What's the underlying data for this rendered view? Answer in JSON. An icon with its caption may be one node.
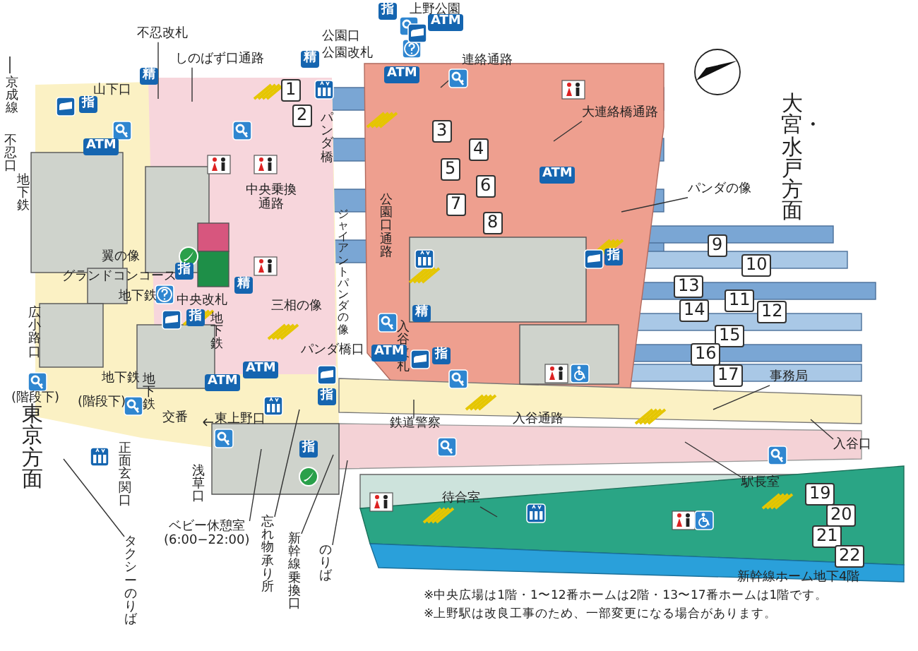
{
  "diagram": {
    "nodes": [
      {
        "text": [
          "不忍改札"
        ]
      },
      {
        "text": [
          "しのばず口通路"
        ]
      },
      {
        "text": [
          "連絡通路"
        ]
      },
      {
        "text": [
          "大連絡橋通路"
        ]
      },
      {
        "text": [
          "パンダの像"
        ]
      },
      {
        "text": [
          "事務局"
        ]
      },
      {
        "text": [
          "入谷口"
        ]
      },
      {
        "text": [
          "駅長室"
        ]
      },
      {
        "text": [
          "鉄道警察"
        ]
      },
      {
        "text": [
          "待合室"
        ]
      },
      {
        "text": [
          "ベビー休憩室",
          "(6:00−22:00)"
        ]
      },
      {
        "text": [
          "忘れ物承り所"
        ]
      },
      {
        "text": [
          "新幹線乗換口"
        ]
      },
      {
        "text": [
          "のりば"
        ]
      },
      {
        "text": [
          "タクシーのりば"
        ]
      }
    ],
    "edges": [
      {
        "from": 0,
        "to": null,
        "arrow": "none"
      },
      {
        "from": 1,
        "to": null,
        "arrow": "none"
      },
      {
        "from": 2,
        "to": null,
        "arrow": "none"
      },
      {
        "from": 3,
        "to": null,
        "arrow": "none"
      },
      {
        "from": 4,
        "to": null,
        "arrow": "none"
      },
      {
        "from": 5,
        "to": null,
        "arrow": "none"
      },
      {
        "from": 6,
        "to": null,
        "arrow": "none"
      },
      {
        "from": 7,
        "to": null,
        "arrow": "none"
      },
      {
        "from": 8,
        "to": null,
        "arrow": "none"
      },
      {
        "from": 9,
        "to": null,
        "arrow": "none"
      },
      {
        "from": 10,
        "to": null,
        "arrow": "none"
      },
      {
        "from": 11,
        "to": null,
        "arrow": "none"
      },
      {
        "from": 12,
        "to": null,
        "arrow": "none"
      },
      {
        "from": 13,
        "to": null,
        "arrow": "none"
      },
      {
        "from": 14,
        "to": null,
        "arrow": "none"
      }
    ],
    "labels": [
      "上野公園",
      "指",
      "ATM",
      "公園口",
      "公園改札",
      "精",
      "精",
      "山下口",
      "指",
      "京成線",
      "1",
      "2",
      "ATM",
      "ATM",
      "不忍口",
      "大宮・水戸方面",
      "3",
      "4",
      "5",
      "6",
      "パンダ橋",
      "7",
      "8",
      "ATM",
      "中央乗換通路",
      "地下鉄",
      "公園口通路",
      "ジャイアントパンダの像",
      "9",
      "10",
      "翼の像",
      "指",
      "13",
      "グランドコンコース",
      "指",
      "精",
      "11",
      "14",
      "12",
      "地下鉄",
      "中央改札",
      "三相の像",
      "精",
      "指",
      "地下鉄",
      "広小路口",
      "15",
      "パンダ橋口",
      "入谷改札",
      "16",
      "ATM",
      "指",
      "17",
      "ATM",
      "ATM",
      "地下鉄",
      "指",
      "(階段下)",
      "(階段下)",
      "地下鉄",
      "東京方面",
      "交番",
      "東上野口",
      "入谷通路",
      "正面玄関口",
      "指",
      "浅草口",
      "新幹線ホーム地下4階",
      "19",
      "20",
      "21",
      "22",
      "※中央広場は1階・1〜12番ホームは2階・13〜17番ホームは1階です。",
      "※上野駅は改良工事のため、一部変更になる場合があります。"
    ]
  }
}
